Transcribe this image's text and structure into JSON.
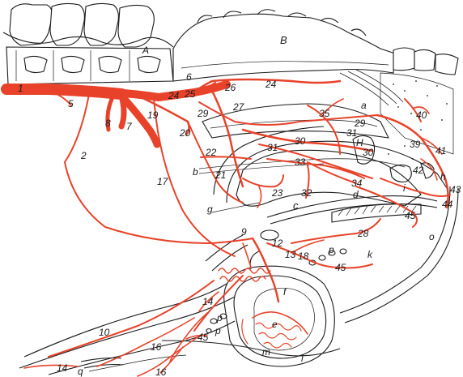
{
  "colors": {
    "artery": "#e8432a",
    "outline": "#1a1a1a",
    "background": "#ffffff"
  },
  "labels": {
    "n1": "1",
    "n2": "2",
    "n5": "5",
    "n6": "6",
    "n7": "7",
    "n8": "8",
    "n9": "9",
    "n10": "10",
    "n12": "12",
    "n13": "13",
    "n14": "14",
    "n14b": "14",
    "n16": "16",
    "n16b": "16",
    "n17": "17",
    "n18": "18",
    "n19": "19",
    "n20": "20",
    "n21": "21",
    "n22": "22",
    "n23": "23",
    "n24a": "24",
    "n24b": "24",
    "n25": "25",
    "n26": "26",
    "n27": "27",
    "n28": "28",
    "n29a": "29",
    "n29b": "29",
    "n30a": "30",
    "n30b": "30",
    "n31": "31",
    "n31b": "31",
    "n32": "32",
    "n33": "33",
    "n34": "34",
    "n35": "35",
    "n39": "39",
    "n40": "40",
    "n41": "41",
    "n42": "42",
    "n43": "43",
    "n44": "44",
    "n45a": "45",
    "n45b": "45",
    "n45c": "45",
    "A": "A",
    "B": "B",
    "a": "a",
    "b": "b",
    "c": "c",
    "d": "d",
    "e": "e",
    "f": "f",
    "g": "g",
    "h": "H",
    "h2": "h",
    "i": "i",
    "k": "k",
    "l": "l",
    "m": "m",
    "o": "o",
    "p": "p",
    "p2": "p",
    "p3": "p",
    "q": "q"
  }
}
